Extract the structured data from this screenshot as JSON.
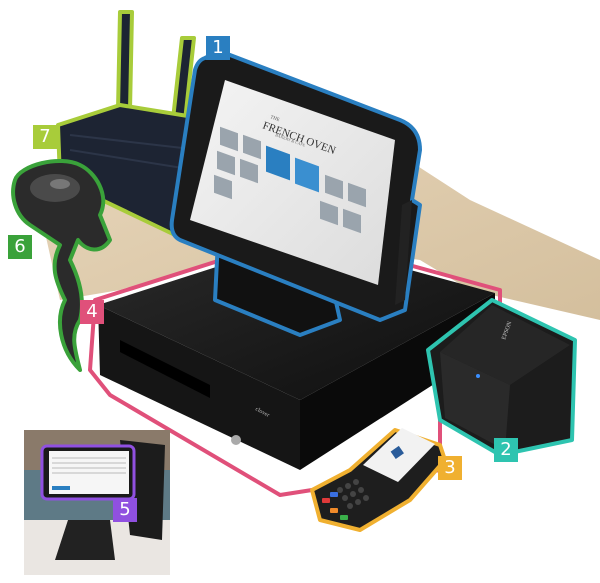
{
  "scene": {
    "description": "POS hardware bundle illustration with numbered callouts",
    "screen_brand": {
      "line1": "THE",
      "line2": "FRENCH OVEN",
      "line3": "BAKERY & CAFE"
    },
    "drawer_brand": "clover",
    "printer_brand": "EPSON"
  },
  "callouts": [
    {
      "number": "1",
      "item": "POS touchscreen terminal",
      "color": "#2a7fc1"
    },
    {
      "number": "2",
      "item": "Receipt printer",
      "color": "#2ec4b0"
    },
    {
      "number": "3",
      "item": "Card payment terminal",
      "color": "#f0b030"
    },
    {
      "number": "4",
      "item": "Cash drawer",
      "color": "#e0507a"
    },
    {
      "number": "5",
      "item": "Customer-facing display",
      "color": "#9050e0"
    },
    {
      "number": "6",
      "item": "Barcode scanner",
      "color": "#3aa23a"
    },
    {
      "number": "7",
      "item": "Wi-Fi router",
      "color": "#a8cc3a"
    }
  ]
}
